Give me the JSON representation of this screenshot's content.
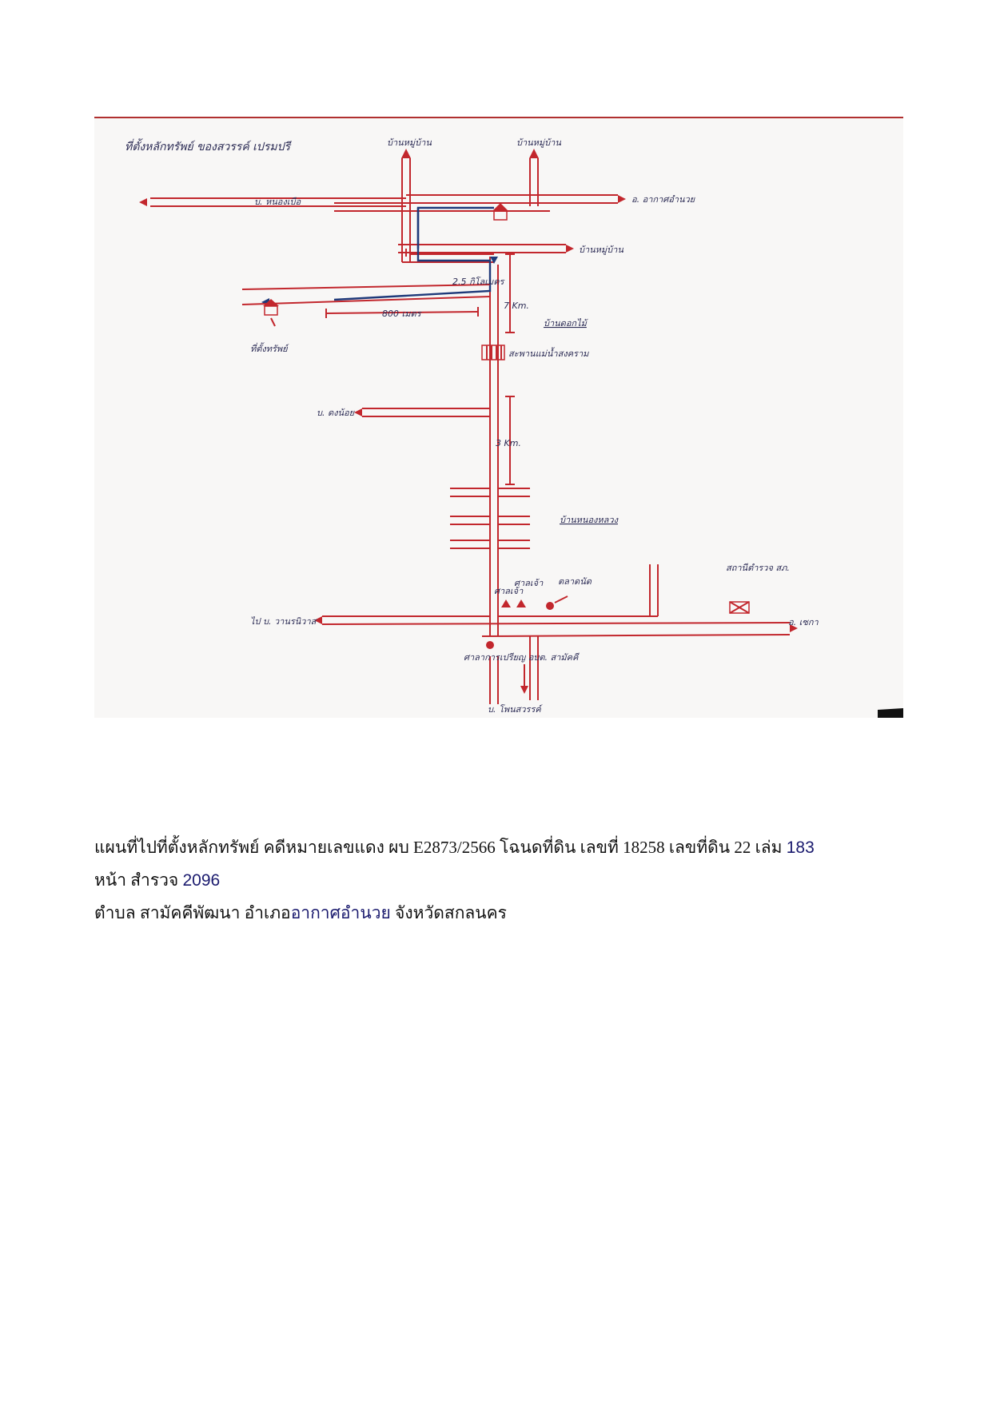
{
  "map": {
    "title": "ที่ตั้งหลักทรัพย์ ของสวรรค์ เปรมปรี",
    "labels": {
      "ban_nong_phue": "บ. หนองเบือ",
      "ban_mu_ban_1": "บ้านหมู่บ้าน",
      "ban_mu_ban_2": "บ้านหมู่บ้าน",
      "akat_amnuai": "อ. อากาศอำนวย",
      "ban_mu_ban_3": "บ้านหมู่บ้าน",
      "distance_2_5": "2.5 กิโลเมตร",
      "distance_7": "7 Km.",
      "ban_dok_mai": "บ้านดอกไม้",
      "distance_800": "800 เมตร",
      "property_location": "ที่ตั้งทรัพย์",
      "bridge": "สะพานแม่น้ำสงคราม",
      "ban_dong_noi": "บ. ดงน้อย",
      "distance_3": "3 Km.",
      "ban_nong_luang": "บ้านหนองหลวง",
      "temple_left": "ศาลเจ้า",
      "temple_right": "ศาลเจ้า",
      "market": "ตลาดนัด",
      "police": "สถานีตำรวจ สภ.",
      "to_wanon": "ไป บ. วานรนิวาส",
      "school": "ศาลาการเปรียญ อบต. สามัคคี",
      "to_phon_sawan": "บ. โพนสวรรค์",
      "to_sekha": "อ. เซกา"
    }
  },
  "caption": {
    "line1_text": "แผนที่ไปที่ตั้งหลักทรัพย์ คดีหมายเลขแดง ผบ E2873/2566 โฉนดที่ดิน เลขที่ 18258 เลขที่ดิน 22 เล่ม ",
    "line1_book": "183",
    "line2_text": "หน้า สำรวจ ",
    "line2_survey": "2096",
    "line3_text": " ตำบล สามัคคีพัฒนา อำเภอ",
    "line3_district": "อากาศอำนวย",
    "line3_province": " จังหวัดสกลนคร"
  }
}
